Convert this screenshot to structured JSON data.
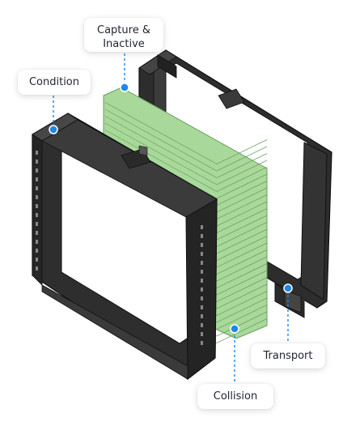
{
  "labels": {
    "capture": "Capture &\nInactive",
    "condition": "Condition",
    "transport": "Transport",
    "collision": "Collision"
  },
  "colors": {
    "frame": "#2b2b2b",
    "frame_edge": "#111111",
    "frame_face": "#3a3a3a",
    "media": "#a8d99a",
    "media_edge": "#6a9e5e",
    "accent": "#1e88e5",
    "background": "#ffffff"
  }
}
